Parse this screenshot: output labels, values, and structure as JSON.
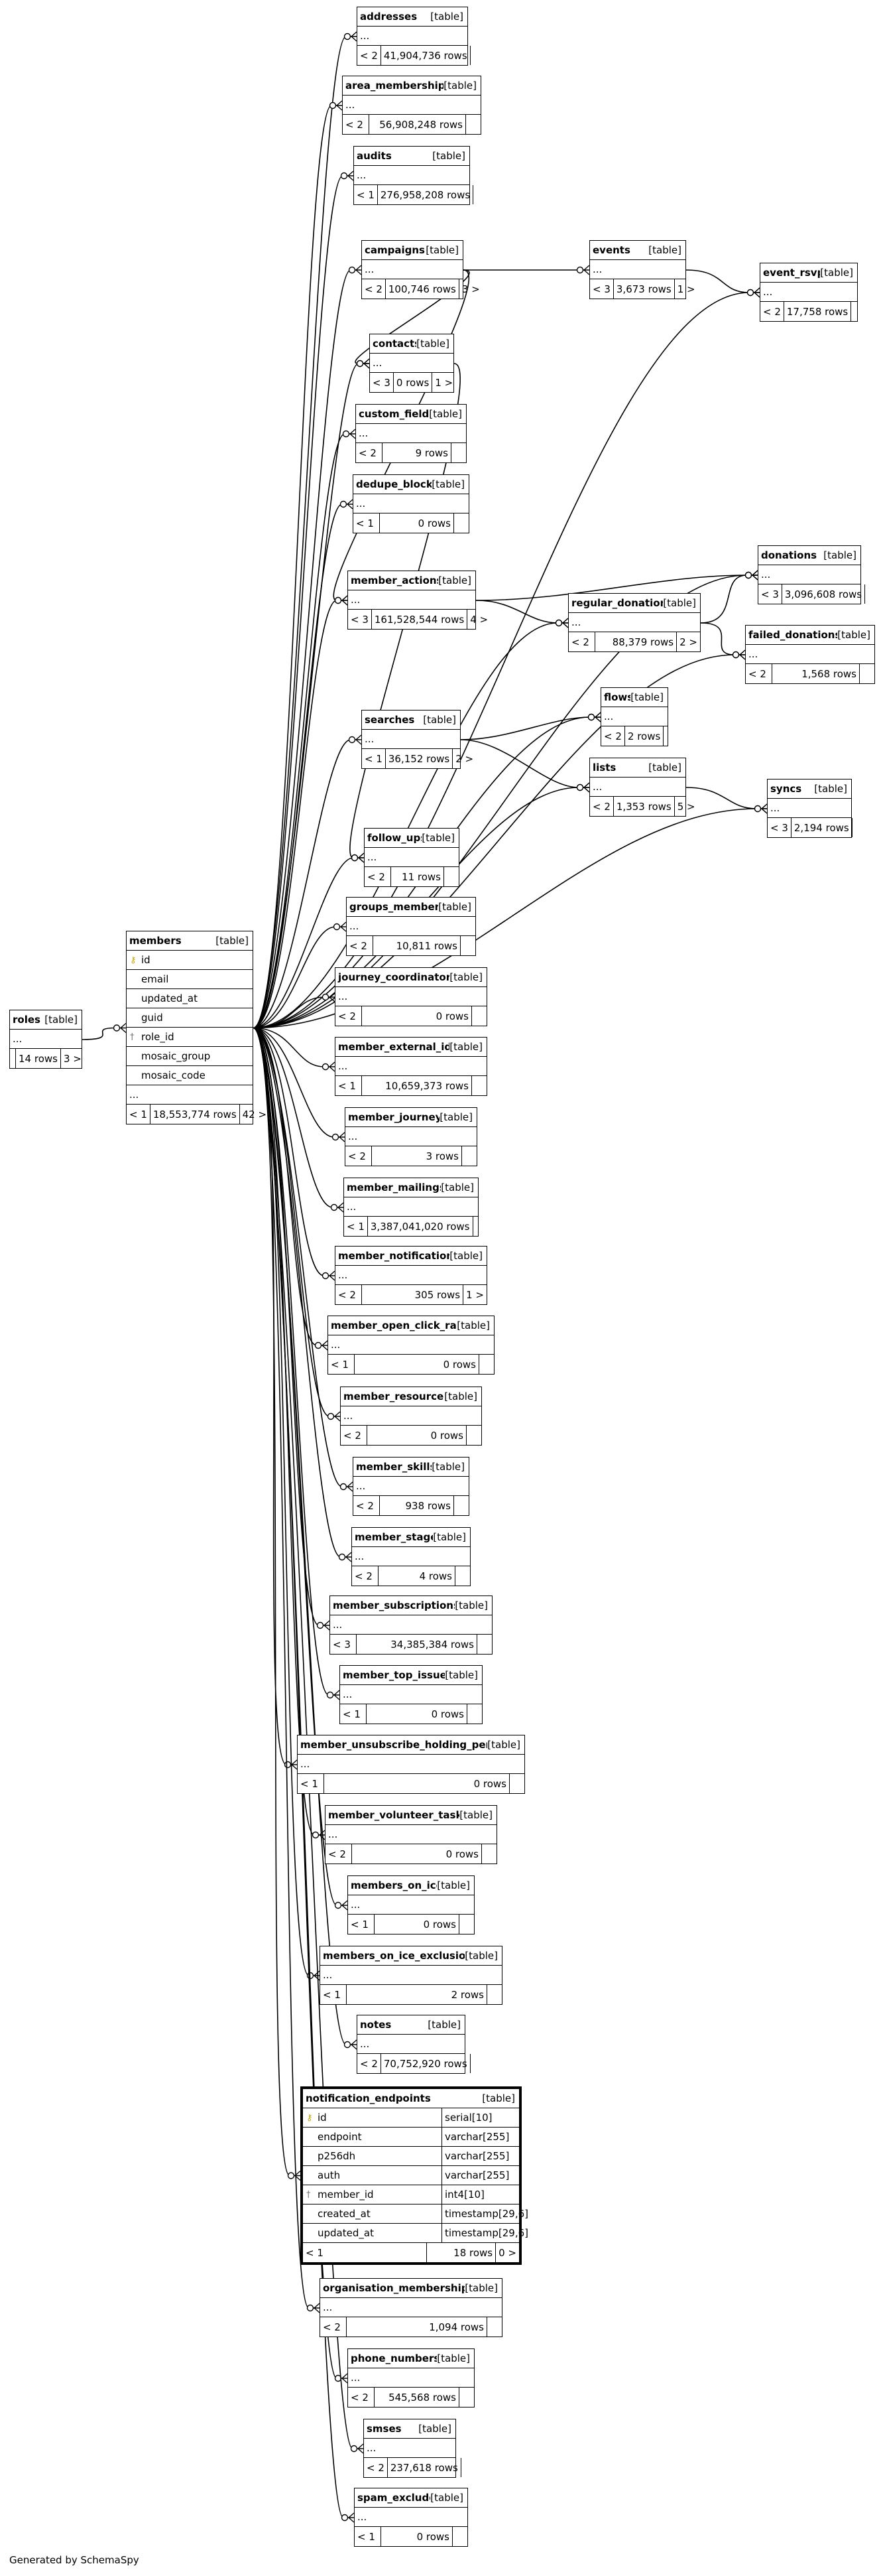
{
  "footer_text": "Generated by SchemaSpy",
  "table_kind": "[table]",
  "ellipsis": "...",
  "tables": [
    {
      "id": "addresses",
      "name": "addresses",
      "columns": [],
      "parents": "< 2",
      "rows": "41,904,736 rows",
      "children": ""
    },
    {
      "id": "area_memberships",
      "name": "area_memberships",
      "columns": [],
      "parents": "< 2",
      "rows": "56,908,248 rows",
      "children": ""
    },
    {
      "id": "audits",
      "name": "audits",
      "columns": [],
      "parents": "< 1",
      "rows": "276,958,208 rows",
      "children": ""
    },
    {
      "id": "campaigns",
      "name": "campaigns",
      "columns": [],
      "parents": "< 2",
      "rows": "100,746 rows",
      "children": "3 >"
    },
    {
      "id": "events",
      "name": "events",
      "columns": [],
      "parents": "< 3",
      "rows": "3,673 rows",
      "children": "1 >"
    },
    {
      "id": "event_rsvps",
      "name": "event_rsvps",
      "columns": [],
      "parents": "< 2",
      "rows": "17,758 rows",
      "children": ""
    },
    {
      "id": "contacts",
      "name": "contacts",
      "columns": [],
      "parents": "< 3",
      "rows": "0 rows",
      "children": "1 >"
    },
    {
      "id": "custom_fields",
      "name": "custom_fields",
      "columns": [],
      "parents": "< 2",
      "rows": "9 rows",
      "children": ""
    },
    {
      "id": "dedupe_blocks",
      "name": "dedupe_blocks",
      "columns": [],
      "parents": "< 1",
      "rows": "0 rows",
      "children": ""
    },
    {
      "id": "donations",
      "name": "donations",
      "columns": [],
      "parents": "< 3",
      "rows": "3,096,608 rows",
      "children": ""
    },
    {
      "id": "member_actions",
      "name": "member_actions",
      "columns": [],
      "parents": "< 3",
      "rows": "161,528,544 rows",
      "children": "4 >"
    },
    {
      "id": "regular_donations",
      "name": "regular_donations",
      "columns": [],
      "parents": "< 2",
      "rows": "88,379 rows",
      "children": "2 >"
    },
    {
      "id": "failed_donations",
      "name": "failed_donations",
      "columns": [],
      "parents": "< 2",
      "rows": "1,568 rows",
      "children": ""
    },
    {
      "id": "flows",
      "name": "flows",
      "columns": [],
      "parents": "< 2",
      "rows": "2 rows",
      "children": ""
    },
    {
      "id": "searches",
      "name": "searches",
      "columns": [],
      "parents": "< 1",
      "rows": "36,152 rows",
      "children": "2 >"
    },
    {
      "id": "lists",
      "name": "lists",
      "columns": [],
      "parents": "< 2",
      "rows": "1,353 rows",
      "children": "5 >"
    },
    {
      "id": "syncs",
      "name": "syncs",
      "columns": [],
      "parents": "< 3",
      "rows": "2,194 rows",
      "children": ""
    },
    {
      "id": "follow_ups",
      "name": "follow_ups",
      "columns": [],
      "parents": "< 2",
      "rows": "11 rows",
      "children": ""
    },
    {
      "id": "groups_members",
      "name": "groups_members",
      "columns": [],
      "parents": "< 2",
      "rows": "10,811 rows",
      "children": ""
    },
    {
      "id": "members",
      "name": "members",
      "columns": [
        {
          "name": "id",
          "key": "pk",
          "type": ""
        },
        {
          "name": "email",
          "key": "",
          "type": ""
        },
        {
          "name": "updated_at",
          "key": "",
          "type": ""
        },
        {
          "name": "guid",
          "key": "",
          "type": ""
        },
        {
          "name": "role_id",
          "key": "fk",
          "type": ""
        },
        {
          "name": "mosaic_group",
          "key": "",
          "type": ""
        },
        {
          "name": "mosaic_code",
          "key": "",
          "type": ""
        }
      ],
      "parents": "< 1",
      "rows": "18,553,774 rows",
      "children": "42 >"
    },
    {
      "id": "roles",
      "name": "roles",
      "columns": [],
      "parents": "",
      "rows": "14 rows",
      "children": "3 >"
    },
    {
      "id": "journey_coordinators",
      "name": "journey_coordinators",
      "columns": [],
      "parents": "< 2",
      "rows": "0 rows",
      "children": ""
    },
    {
      "id": "member_external_ids",
      "name": "member_external_ids",
      "columns": [],
      "parents": "< 1",
      "rows": "10,659,373 rows",
      "children": ""
    },
    {
      "id": "member_journeys",
      "name": "member_journeys",
      "columns": [],
      "parents": "< 2",
      "rows": "3 rows",
      "children": ""
    },
    {
      "id": "member_mailings",
      "name": "member_mailings",
      "columns": [],
      "parents": "< 1",
      "rows": "3,387,041,020 rows",
      "children": ""
    },
    {
      "id": "member_notifications",
      "name": "member_notifications",
      "columns": [],
      "parents": "< 2",
      "rows": "305 rows",
      "children": "1 >"
    },
    {
      "id": "member_open_click_rate",
      "name": "member_open_click_rate",
      "columns": [],
      "parents": "< 1",
      "rows": "0 rows",
      "children": ""
    },
    {
      "id": "member_resources",
      "name": "member_resources",
      "columns": [],
      "parents": "< 2",
      "rows": "0 rows",
      "children": ""
    },
    {
      "id": "member_skills",
      "name": "member_skills",
      "columns": [],
      "parents": "< 2",
      "rows": "938 rows",
      "children": ""
    },
    {
      "id": "member_stages",
      "name": "member_stages",
      "columns": [],
      "parents": "< 2",
      "rows": "4 rows",
      "children": ""
    },
    {
      "id": "member_subscriptions",
      "name": "member_subscriptions",
      "columns": [],
      "parents": "< 3",
      "rows": "34,385,384 rows",
      "children": ""
    },
    {
      "id": "member_top_issues",
      "name": "member_top_issues",
      "columns": [],
      "parents": "< 1",
      "rows": "0 rows",
      "children": ""
    },
    {
      "id": "member_unsubscribe_holding_pens",
      "name": "member_unsubscribe_holding_pens",
      "columns": [],
      "parents": "< 1",
      "rows": "0 rows",
      "children": ""
    },
    {
      "id": "member_volunteer_tasks",
      "name": "member_volunteer_tasks",
      "columns": [],
      "parents": "< 2",
      "rows": "0 rows",
      "children": ""
    },
    {
      "id": "members_on_ice",
      "name": "members_on_ice",
      "columns": [],
      "parents": "< 1",
      "rows": "0 rows",
      "children": ""
    },
    {
      "id": "members_on_ice_exclusions",
      "name": "members_on_ice_exclusions",
      "columns": [],
      "parents": "< 1",
      "rows": "2 rows",
      "children": ""
    },
    {
      "id": "notes",
      "name": "notes",
      "columns": [],
      "parents": "< 2",
      "rows": "70,752,920 rows",
      "children": ""
    },
    {
      "id": "notification_endpoints",
      "name": "notification_endpoints",
      "highlight": true,
      "columns": [
        {
          "name": "id",
          "key": "pk",
          "type": "serial[10]"
        },
        {
          "name": "endpoint",
          "key": "",
          "type": "varchar[255]"
        },
        {
          "name": "p256dh",
          "key": "",
          "type": "varchar[255]"
        },
        {
          "name": "auth",
          "key": "",
          "type": "varchar[255]"
        },
        {
          "name": "member_id",
          "key": "fk",
          "type": "int4[10]"
        },
        {
          "name": "created_at",
          "key": "",
          "type": "timestamp[29,6]"
        },
        {
          "name": "updated_at",
          "key": "",
          "type": "timestamp[29,6]"
        }
      ],
      "parents": "< 1",
      "rows": "18 rows",
      "children": "0 >"
    },
    {
      "id": "organisation_memberships",
      "name": "organisation_memberships",
      "columns": [],
      "parents": "< 2",
      "rows": "1,094 rows",
      "children": ""
    },
    {
      "id": "phone_numbers",
      "name": "phone_numbers",
      "columns": [],
      "parents": "< 2",
      "rows": "545,568 rows",
      "children": ""
    },
    {
      "id": "smses",
      "name": "smses",
      "columns": [],
      "parents": "< 2",
      "rows": "237,618 rows",
      "children": ""
    },
    {
      "id": "spam_exclude",
      "name": "spam_exclude",
      "columns": [],
      "parents": "< 1",
      "rows": "0 rows",
      "children": ""
    }
  ],
  "relationships": [
    [
      "addresses",
      "members"
    ],
    [
      "area_memberships",
      "members"
    ],
    [
      "audits",
      "members"
    ],
    [
      "campaigns",
      "members"
    ],
    [
      "event_rsvps",
      "members"
    ],
    [
      "event_rsvps",
      "events"
    ],
    [
      "events",
      "campaigns"
    ],
    [
      "contacts",
      "members"
    ],
    [
      "contacts",
      "campaigns"
    ],
    [
      "custom_fields",
      "members"
    ],
    [
      "dedupe_blocks",
      "members"
    ],
    [
      "donations",
      "members"
    ],
    [
      "donations",
      "regular_donations"
    ],
    [
      "donations",
      "member_actions"
    ],
    [
      "member_actions",
      "members"
    ],
    [
      "member_actions",
      "campaigns"
    ],
    [
      "regular_donations",
      "members"
    ],
    [
      "regular_donations",
      "member_actions"
    ],
    [
      "failed_donations",
      "members"
    ],
    [
      "failed_donations",
      "regular_donations"
    ],
    [
      "flows",
      "members"
    ],
    [
      "flows",
      "searches"
    ],
    [
      "searches",
      "members"
    ],
    [
      "lists",
      "members"
    ],
    [
      "lists",
      "searches"
    ],
    [
      "syncs",
      "members"
    ],
    [
      "syncs",
      "lists"
    ],
    [
      "follow_ups",
      "members"
    ],
    [
      "follow_ups",
      "contacts"
    ],
    [
      "groups_members",
      "members"
    ],
    [
      "members",
      "roles"
    ],
    [
      "journey_coordinators",
      "members"
    ],
    [
      "member_external_ids",
      "members"
    ],
    [
      "member_journeys",
      "members"
    ],
    [
      "member_mailings",
      "members"
    ],
    [
      "member_notifications",
      "members"
    ],
    [
      "member_open_click_rate",
      "members"
    ],
    [
      "member_resources",
      "members"
    ],
    [
      "member_skills",
      "members"
    ],
    [
      "member_stages",
      "members"
    ],
    [
      "member_subscriptions",
      "members"
    ],
    [
      "member_top_issues",
      "members"
    ],
    [
      "member_unsubscribe_holding_pens",
      "members"
    ],
    [
      "member_volunteer_tasks",
      "members"
    ],
    [
      "members_on_ice",
      "members"
    ],
    [
      "members_on_ice_exclusions",
      "members"
    ],
    [
      "notes",
      "members"
    ],
    [
      "notification_endpoints",
      "members"
    ],
    [
      "organisation_memberships",
      "members"
    ],
    [
      "phone_numbers",
      "members"
    ],
    [
      "smses",
      "members"
    ],
    [
      "spam_exclude",
      "members"
    ]
  ]
}
